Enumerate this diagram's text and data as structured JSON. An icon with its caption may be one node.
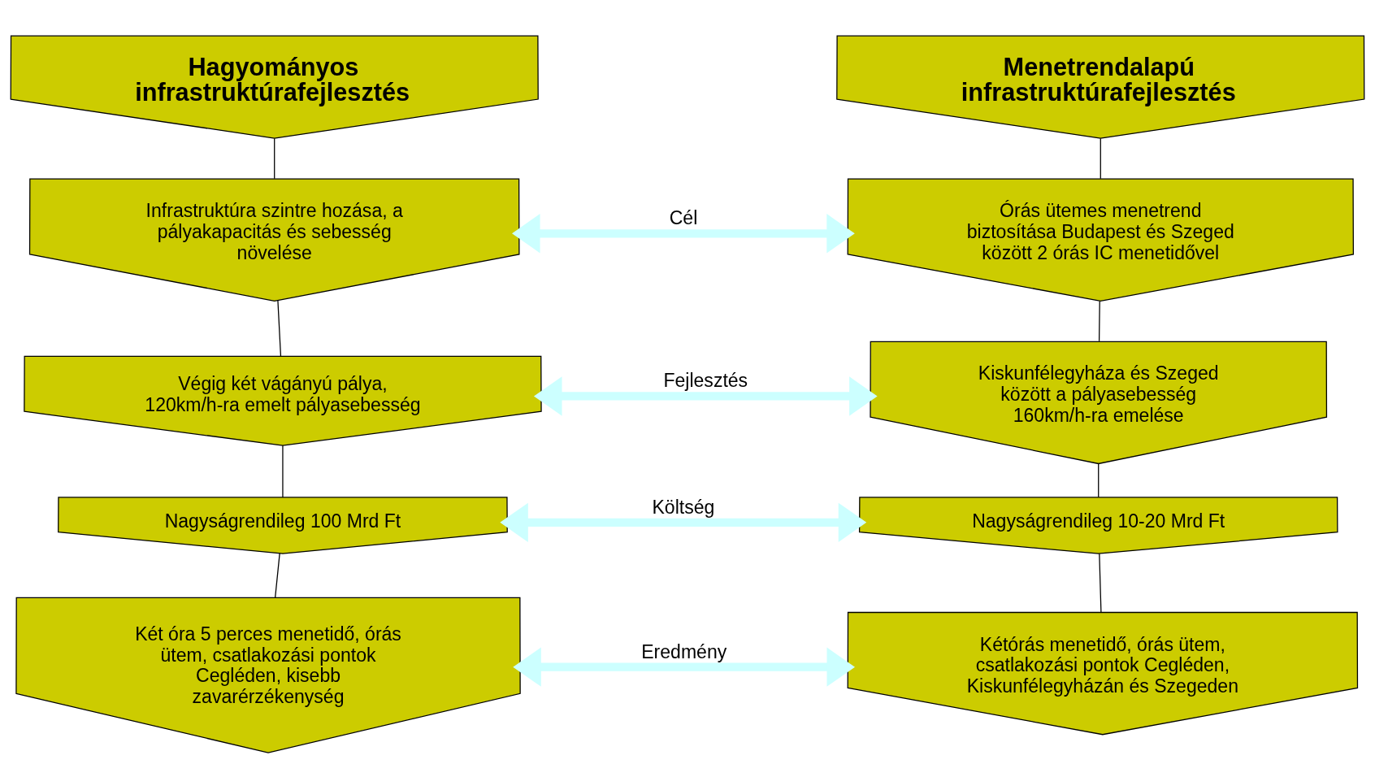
{
  "diagram": {
    "nodes": [
      {
        "text": [
          "Hagyományos infrastruktúrafejlesztés"
        ]
      },
      {
        "text": [
          "Menetrendalapú infrastruktúrafejlesztés"
        ]
      },
      {
        "text": [
          "Infrastruktúra szintre hozása, a pályakapacitás és sebesség növelése"
        ]
      },
      {
        "text": [
          "Órás ütemes menetrend biztosítása Budapest és Szeged között 2 órás IC menetidővel"
        ]
      },
      {
        "text": [
          "Végig két vágányú pálya, 120km/h-ra emelt pályasebesség"
        ]
      },
      {
        "text": [
          "Kiskunfélegyháza és Szeged között a pályasebesség 160km/h-ra emelése"
        ]
      },
      {
        "text": [
          "Nagyságrendileg 100 Mrd Ft"
        ]
      },
      {
        "text": [
          "Nagyságrendileg 10-20 Mrd Ft"
        ]
      },
      {
        "text": [
          "Két óra 5 perces menetidő, órás ütem, csatlakozási pontok Cegléden, kisebb zavarérzékenység"
        ]
      },
      {
        "text": [
          "Kétórás menetidő, órás ütem, csatlakozási pontok Cegléden, Kiskunfélegyházán és Szegeden"
        ]
      }
    ],
    "edges": [
      {
        "from": 0,
        "to": 2,
        "arrow": "none"
      },
      {
        "from": 1,
        "to": 3,
        "arrow": "none"
      },
      {
        "from": 2,
        "to": 3,
        "arrow": "both",
        "label": "Cél",
        "style": "thick",
        "color": "#ccffff"
      },
      {
        "from": 2,
        "to": 4,
        "arrow": "none"
      },
      {
        "from": 3,
        "to": 5,
        "arrow": "none"
      },
      {
        "from": 4,
        "to": 5,
        "arrow": "both",
        "label": "Fejlesztés",
        "style": "thick",
        "color": "#ccffff"
      },
      {
        "from": 4,
        "to": 6,
        "arrow": "none"
      },
      {
        "from": 5,
        "to": 7,
        "arrow": "none"
      },
      {
        "from": 6,
        "to": 7,
        "arrow": "both",
        "label": "Költség",
        "style": "thick",
        "color": "#ccffff"
      },
      {
        "from": 6,
        "to": 8,
        "arrow": "none"
      },
      {
        "from": 7,
        "to": 9,
        "arrow": "none"
      },
      {
        "from": 8,
        "to": 9,
        "arrow": "both",
        "label": "Eredmény",
        "style": "thick",
        "color": "#ccffff"
      }
    ]
  }
}
